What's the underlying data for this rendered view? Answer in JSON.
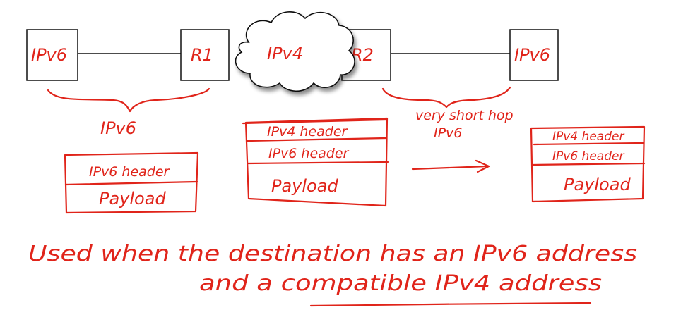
{
  "network": {
    "left_host": "IPv6",
    "router_1": "R1",
    "cloud": "IPv4",
    "router_2": "R2",
    "right_host": "IPv6"
  },
  "annotations": {
    "left_segment": "IPv6",
    "right_segment_line1": "very short hop",
    "right_segment_line2": "IPv6"
  },
  "packets": {
    "original": {
      "header": "IPv6 header",
      "payload": "Payload"
    },
    "tunneled": {
      "outer_header": "IPv4 header",
      "inner_header": "IPv6 header",
      "payload": "Payload"
    },
    "delivered": {
      "outer_header": "IPv4 header",
      "inner_header": "IPv6 header",
      "payload": "Payload"
    }
  },
  "note": {
    "line1": "Used when the destination has an IPv6 address",
    "line2": "and a compatible IPv4 address"
  },
  "colors": {
    "ink": "#e0241a",
    "diagram": "#111111"
  }
}
